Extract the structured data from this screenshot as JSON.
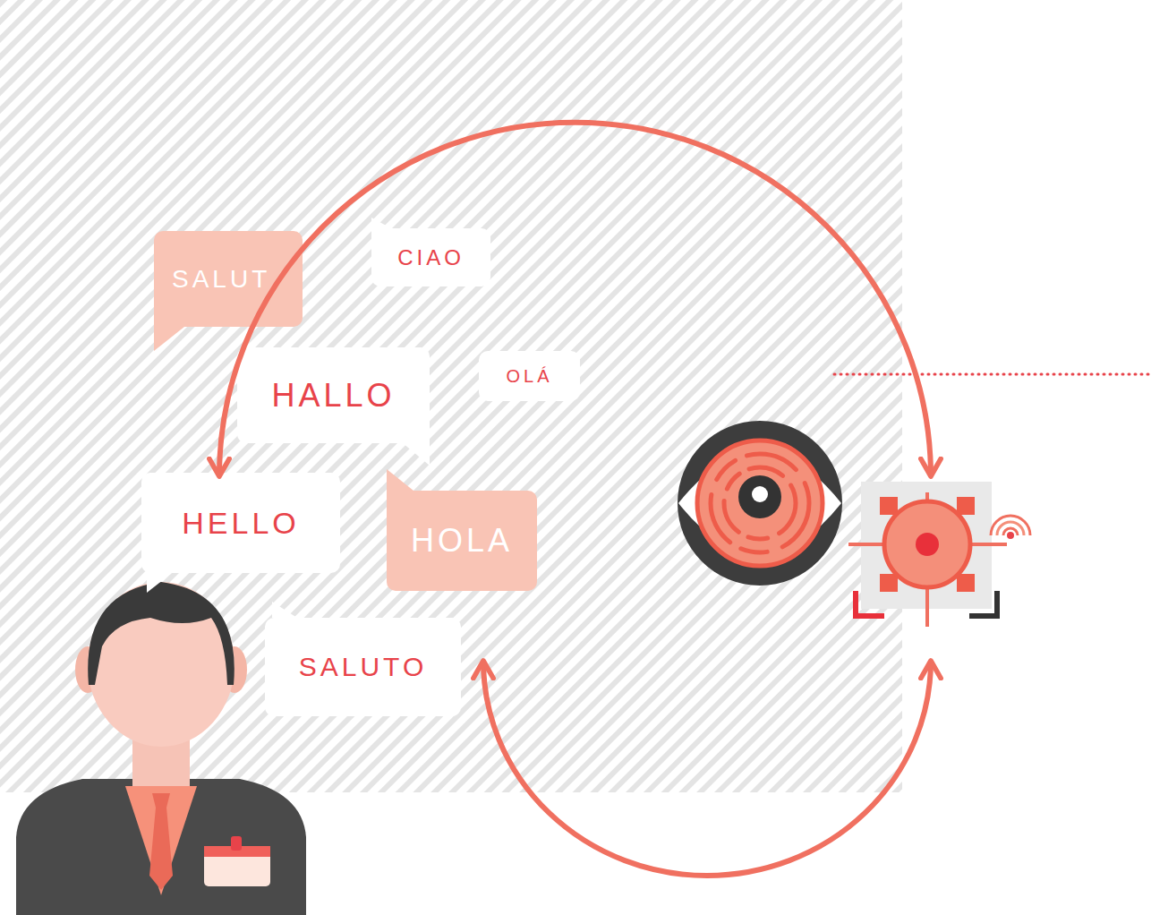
{
  "diagram": {
    "nodes": [
      {
        "text": [
          "SALUT"
        ]
      },
      {
        "text": [
          "CIAO"
        ]
      },
      {
        "text": [
          "HALLO"
        ]
      },
      {
        "text": [
          "OLÁ"
        ]
      },
      {
        "text": [
          "HELLO"
        ]
      },
      {
        "text": [
          "HOLA"
        ]
      },
      {
        "text": [
          "SALUTO"
        ]
      }
    ]
  }
}
